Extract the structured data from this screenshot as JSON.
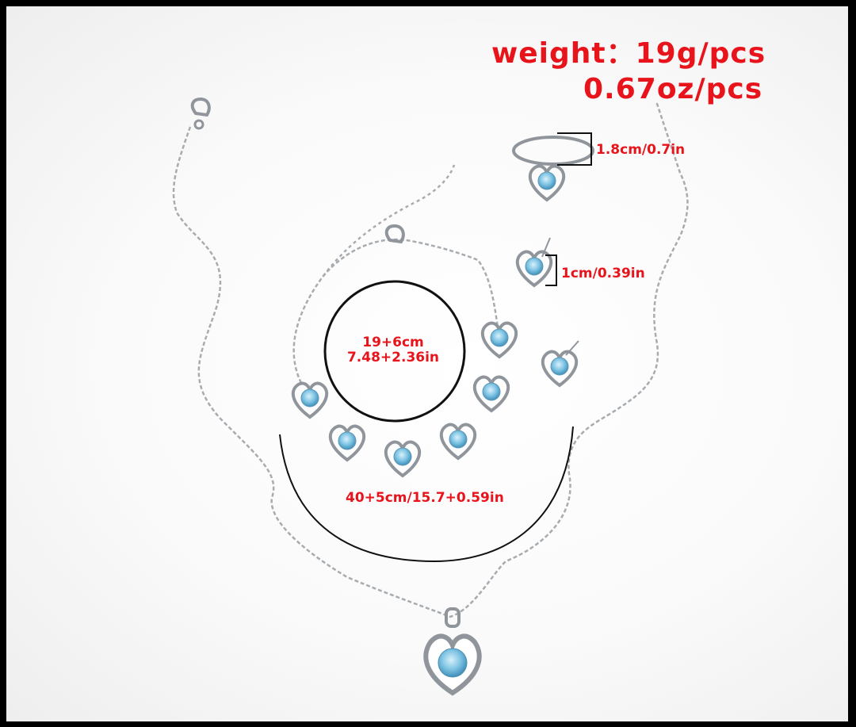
{
  "weight": {
    "grams": "weight：19g/pcs",
    "ounces": "0.67oz/pcs"
  },
  "sizes": {
    "bracelet_cm": "19+6cm",
    "bracelet_in": "7.48+2.36in",
    "necklace": "40+5cm/15.7+0.59in",
    "ring": "1.8cm/0.7in",
    "earring": "1cm/0.39in"
  },
  "colors": {
    "label_red": "#e8141b",
    "stone_blue": "#7fc4e4",
    "metal_silver": "#9aa0a6"
  }
}
